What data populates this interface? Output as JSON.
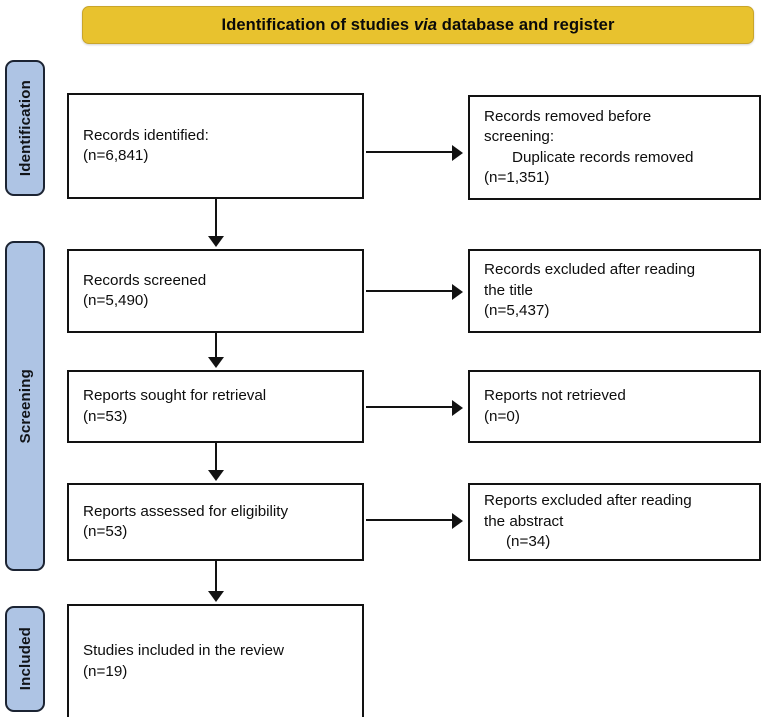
{
  "banner": {
    "text_before": "Identification of studies ",
    "text_italic": "via",
    "text_after": " database and register"
  },
  "stages": [
    {
      "id": "identification",
      "label": "Identification"
    },
    {
      "id": "screening",
      "label": "Screening"
    },
    {
      "id": "included",
      "label": "Included"
    }
  ],
  "boxes": {
    "records_identified": {
      "line1": "Records identified:",
      "line2": "(n=6,841)"
    },
    "records_removed": {
      "line1": "Records removed before",
      "line2": "screening:",
      "line3": "Duplicate records removed",
      "line4": "(n=1,351)"
    },
    "records_screened": {
      "line1": "Records screened",
      "line2": "(n=5,490)"
    },
    "records_excluded_title": {
      "line1": "Records excluded after reading",
      "line2": "the title",
      "line3": "(n=5,437)"
    },
    "reports_sought": {
      "line1": "Reports sought for retrieval",
      "line2": "(n=53)"
    },
    "reports_not_retrieved": {
      "line1": "Reports not retrieved",
      "line2": "(n=0)"
    },
    "reports_assessed": {
      "line1": "Reports assessed for eligibility",
      "line2": "(n=53)"
    },
    "reports_excluded_abstract": {
      "line1": "Reports excluded after reading",
      "line2": "the abstract",
      "line3": "(n=34)"
    },
    "studies_included": {
      "line1": "Studies included in the review",
      "line2": "(n=19)"
    }
  },
  "counts": {
    "records_identified": 6841,
    "duplicate_records_removed": 1351,
    "records_screened": 5490,
    "records_excluded_after_title": 5437,
    "reports_sought_for_retrieval": 53,
    "reports_not_retrieved": 0,
    "reports_assessed_for_eligibility": 53,
    "reports_excluded_after_abstract": 34,
    "studies_included_in_review": 19
  },
  "colors": {
    "banner_fill": "#e8c22e",
    "banner_border": "#c9a52a",
    "stage_fill": "#aec4e4",
    "stage_border": "#1c2433",
    "box_border": "#121212",
    "connector": "#121212"
  }
}
